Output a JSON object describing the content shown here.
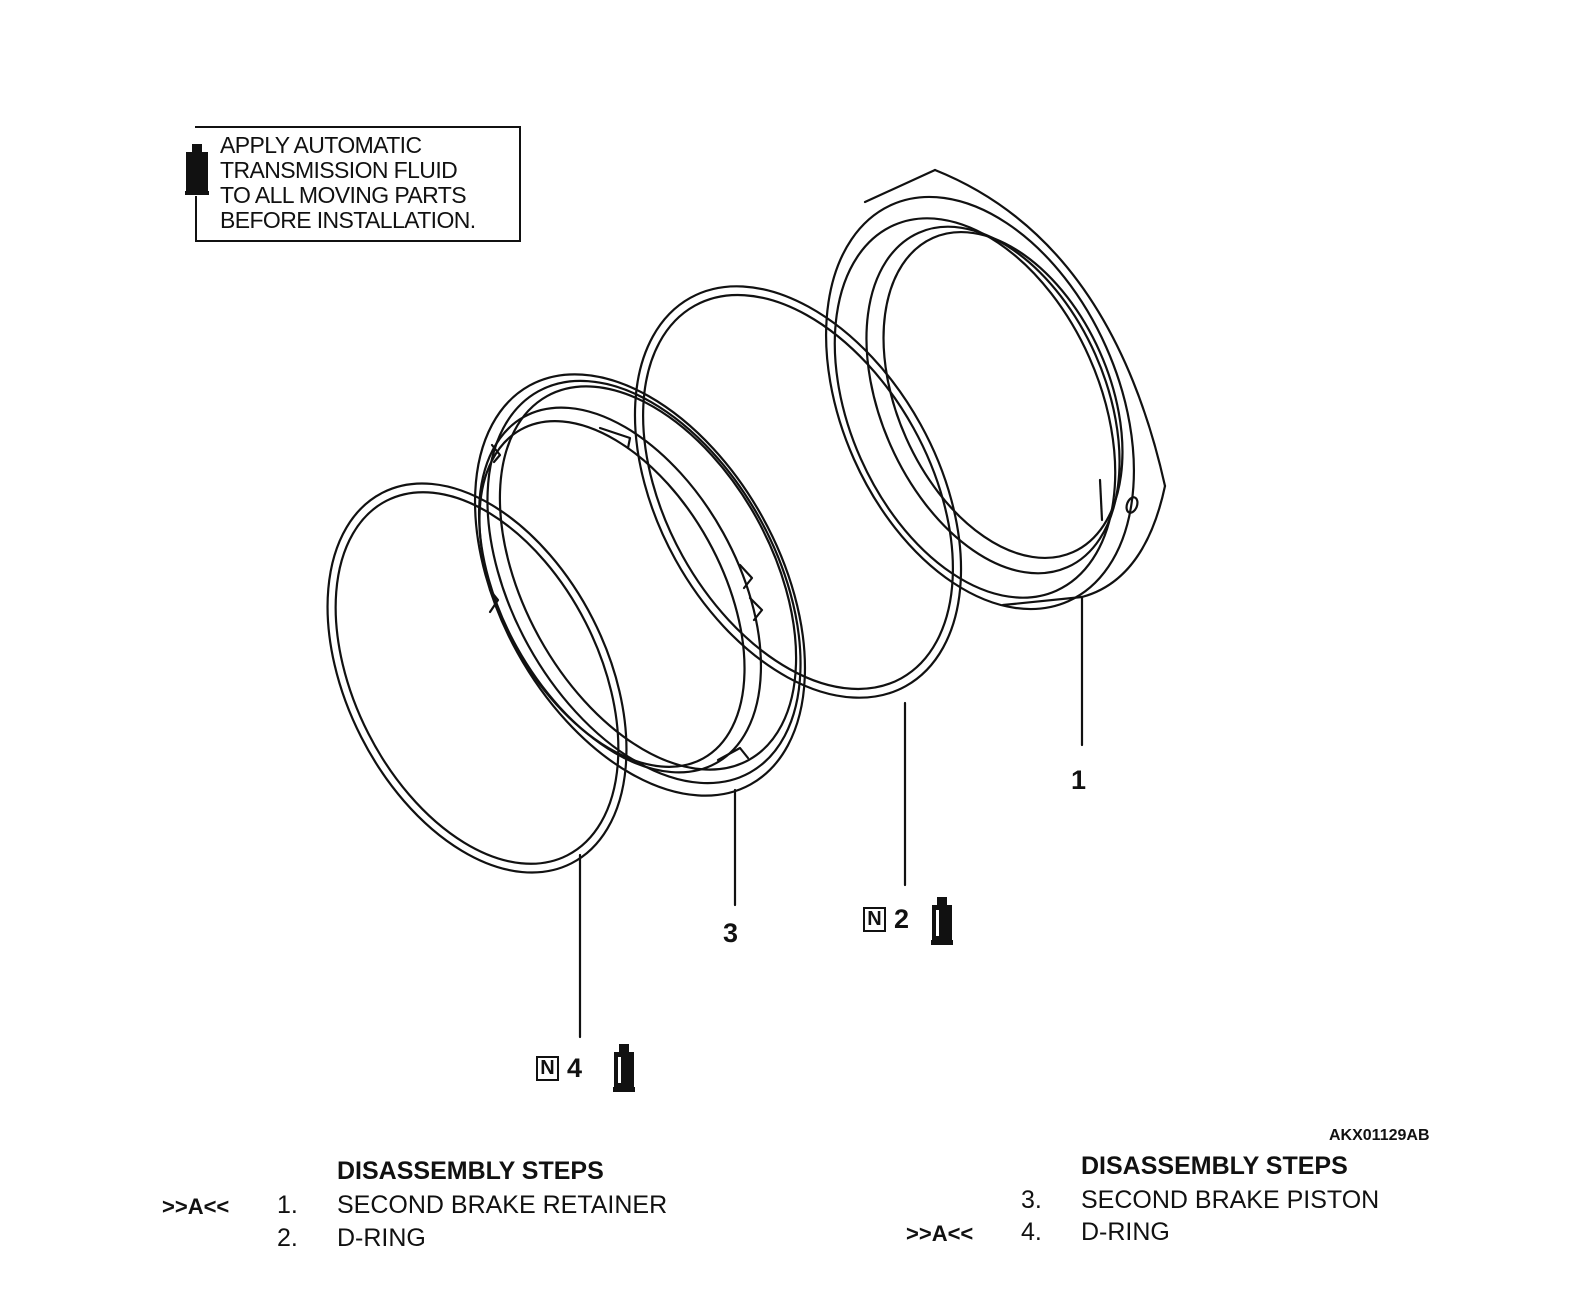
{
  "note": {
    "lines": [
      "APPLY AUTOMATIC",
      "TRANSMISSION FLUID",
      "TO ALL MOVING PARTS",
      "BEFORE INSTALLATION."
    ]
  },
  "callouts": {
    "part1": "1",
    "part2": "2",
    "part3": "3",
    "part4": "4",
    "new_part_badge": "N"
  },
  "figure_code": "AKX01129AB",
  "steps_left": {
    "heading": "DISASSEMBLY STEPS",
    "items": [
      {
        "marker": ">>A<<",
        "num": "1.",
        "label": "SECOND BRAKE RETAINER"
      },
      {
        "marker": "",
        "num": "2.",
        "label": "D-RING"
      }
    ]
  },
  "steps_right": {
    "heading": "DISASSEMBLY STEPS",
    "items": [
      {
        "marker": "",
        "num": "3.",
        "label": "SECOND BRAKE PISTON"
      },
      {
        "marker": ">>A<<",
        "num": "4.",
        "label": "D-RING"
      }
    ]
  }
}
